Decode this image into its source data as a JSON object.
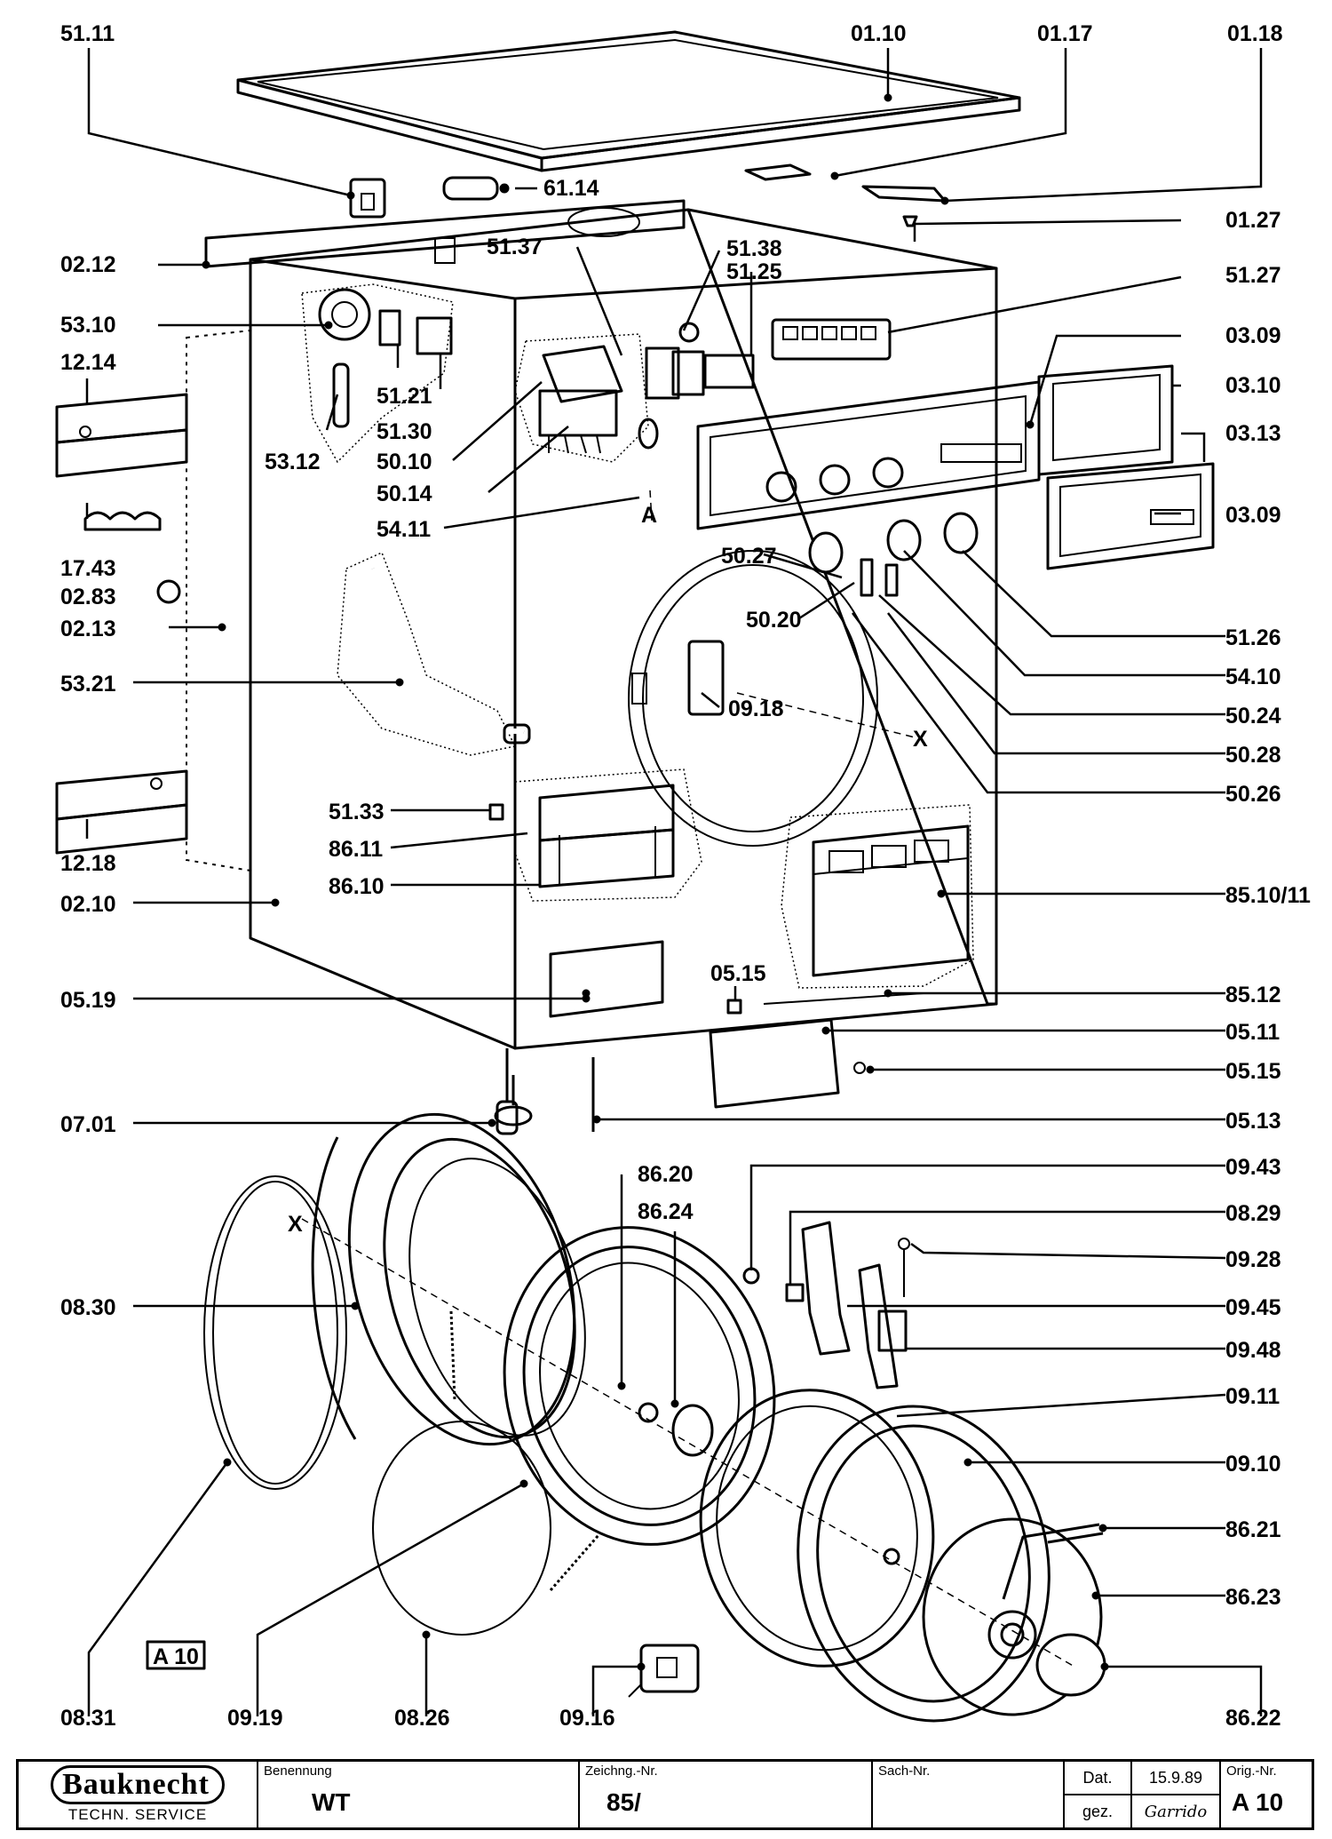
{
  "labels": {
    "p5111": "51.11",
    "p0110": "01.10",
    "p0117": "01.17",
    "p0118": "01.18",
    "p6114": "61.14",
    "p0127": "01.27",
    "p0212": "02.12",
    "p5137": "51.37",
    "p5138": "51.38",
    "p5125": "51.25",
    "p5127": "51.27",
    "p5310": "53.10",
    "p1214": "12.14",
    "p0309a": "03.09",
    "p0310": "03.10",
    "p5121": "51.21",
    "p5130": "51.30",
    "p5312": "53.12",
    "p5010": "50.10",
    "p0313": "03.13",
    "p5014": "50.14",
    "p5411": "54.11",
    "pA": "A",
    "p0309b": "03.09",
    "p1743": "17.43",
    "p5027": "50.27",
    "p0283": "02.83",
    "p0213": "02.13",
    "p5020": "50.20",
    "p5126": "51.26",
    "p5321": "53.21",
    "p0918": "09.18",
    "p5410": "54.10",
    "p5024": "50.24",
    "pX1": "X",
    "p5028": "50.28",
    "p5026": "50.26",
    "p5133": "51.33",
    "p8611": "86.11",
    "p8610": "86.10",
    "p1218": "12.18",
    "p0210": "02.10",
    "p851011": "85.10/11",
    "p0519": "05.19",
    "p0515a": "05.15",
    "p8512": "85.12",
    "p0511": "05.11",
    "p0515b": "05.15",
    "p0701": "07.01",
    "p0513": "05.13",
    "p8620": "86.20",
    "p0943": "09.43",
    "p8624": "86.24",
    "pX2": "X",
    "p0829": "08.29",
    "p0928": "09.28",
    "p0830": "08.30",
    "p0945": "09.45",
    "p0948": "09.48",
    "p0911": "09.11",
    "p0910": "09.10",
    "p8621": "86.21",
    "p8623": "86.23",
    "pA10": "A 10",
    "p8622": "86.22",
    "p0831": "08.31",
    "p0919": "09.19",
    "p0826": "08.26",
    "p0916": "09.16"
  },
  "title_block": {
    "brand": "Bauknecht",
    "brand_sub": "TECHN. SERVICE",
    "benennung_label": "Benennung",
    "benennung_value": "WT",
    "zeichng_label": "Zeichng.-Nr.",
    "zeichng_value": "85/",
    "sach_label": "Sach-Nr.",
    "dat_label": "Dat.",
    "dat_value": "15.9.89",
    "gez_label": "gez.",
    "gez_value": "Garrido",
    "orig_label": "Orig.-Nr.",
    "orig_value": "A 10"
  }
}
